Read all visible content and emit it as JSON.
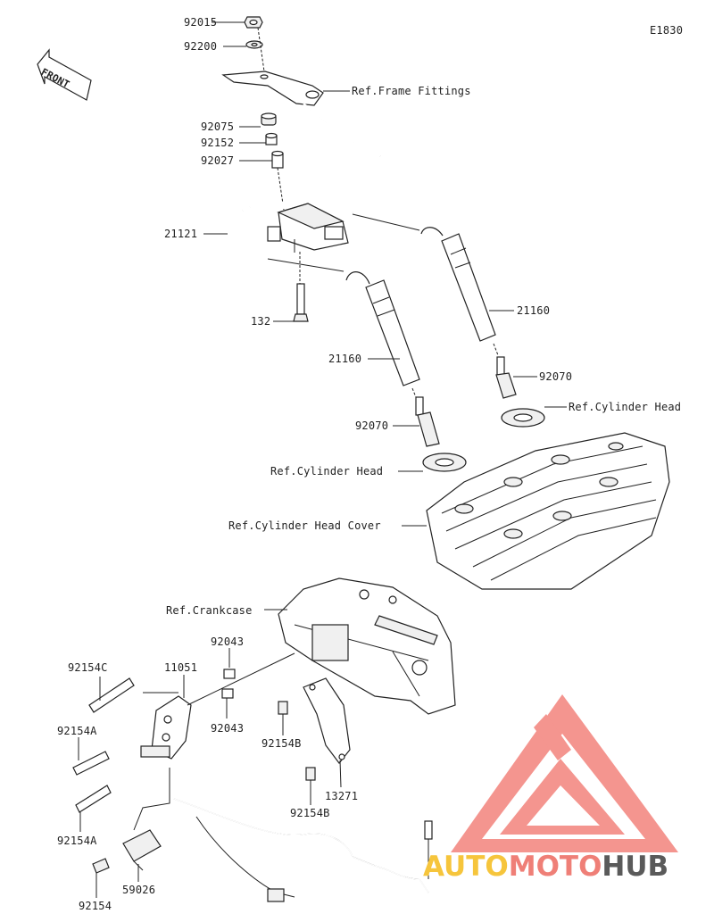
{
  "diagram_code": "E1830",
  "front_label": "FRONT",
  "labels": {
    "p92015": "92015",
    "p92200": "92200",
    "ref_frame": "Ref.Frame Fittings",
    "p92075": "92075",
    "p92152": "92152",
    "p92027": "92027",
    "p21121": "21121",
    "p132": "132",
    "p21160_right": "21160",
    "p21160_left": "21160",
    "p92070_right": "92070",
    "ref_cyl_head_right": "Ref.Cylinder Head",
    "p92070_left": "92070",
    "ref_cyl_head_left": "Ref.Cylinder Head",
    "ref_cyl_head_cover": "Ref.Cylinder Head Cover",
    "ref_crankcase": "Ref.Crankcase",
    "p92043_top": "92043",
    "p11051": "11051",
    "p92154C": "92154C",
    "p92154A_top": "92154A",
    "p92043_bottom": "92043",
    "p92154B_top": "92154B",
    "p13271": "13271",
    "p92154B_bottom": "92154B",
    "p92154A_bottom": "92154A",
    "p59026": "59026",
    "p92154": "92154"
  },
  "watermark": {
    "part1": "AUTO",
    "part2": "MOTO",
    "part3": "HUB",
    "color1": "#f6c53c",
    "color2": "#ef7f77",
    "color3": "#5a5a5a",
    "logo_color": "#f3837c"
  }
}
